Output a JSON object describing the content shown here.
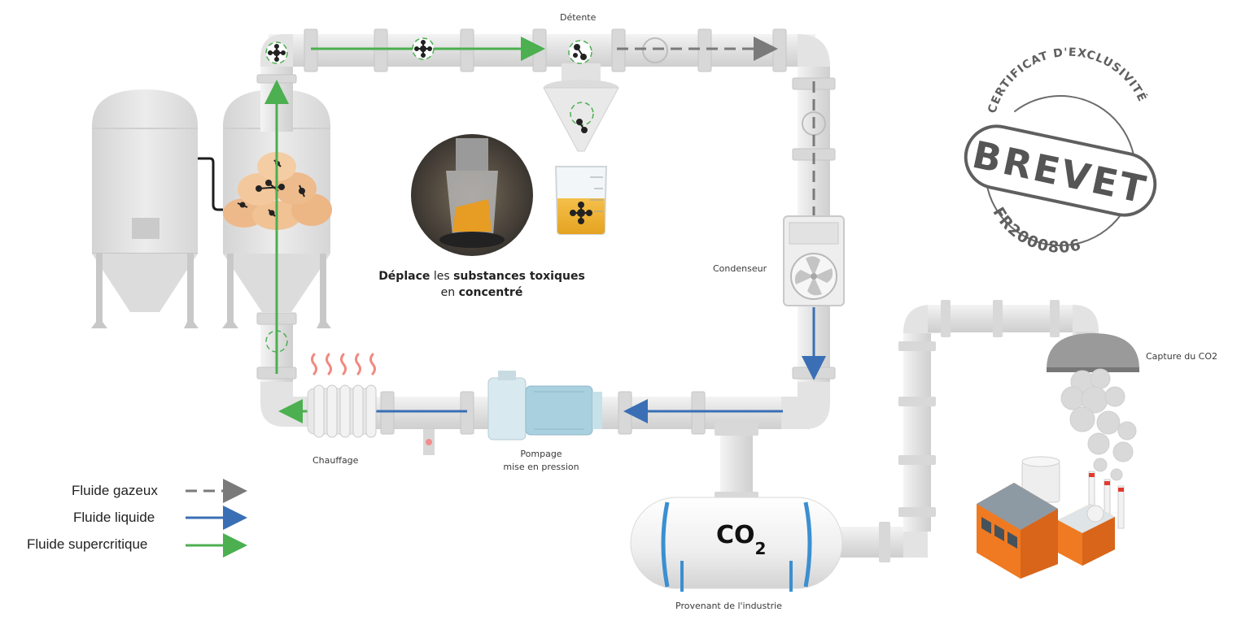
{
  "labels": {
    "detente": "Détente",
    "condenseur": "Condenseur",
    "chauffage": "Chauffage",
    "pompage_line1": "Pompage",
    "pompage_line2": "mise en pression",
    "capture": "Capture du CO2",
    "provenant": "Provenant de l'industrie"
  },
  "caption": {
    "line1_p1": "Déplace",
    "line1_p2": " les ",
    "line1_p3": "substances toxiques",
    "line2_p1": "en ",
    "line2_p2": "concentré"
  },
  "tank": {
    "co": "CO",
    "sub": "2"
  },
  "stamp": {
    "top_text": "CERTIFICAT D'EXCLUSIVITÉ",
    "main": "BREVET",
    "bottom_text": "FR2000806"
  },
  "legend": [
    {
      "label": "Fluide gazeux",
      "color": "#7a7a7a",
      "style": "dashed"
    },
    {
      "label": "Fluide liquide",
      "color": "#3a6fb5",
      "style": "solid"
    },
    {
      "label": "Fluide supercritique",
      "color": "#4caf50",
      "style": "solid"
    }
  ],
  "colors": {
    "gas": "#7a7a7a",
    "liquid": "#3a6fb5",
    "supercritical": "#4caf50",
    "pipe": "#e6e6e6",
    "factory": "#ef7a22"
  }
}
